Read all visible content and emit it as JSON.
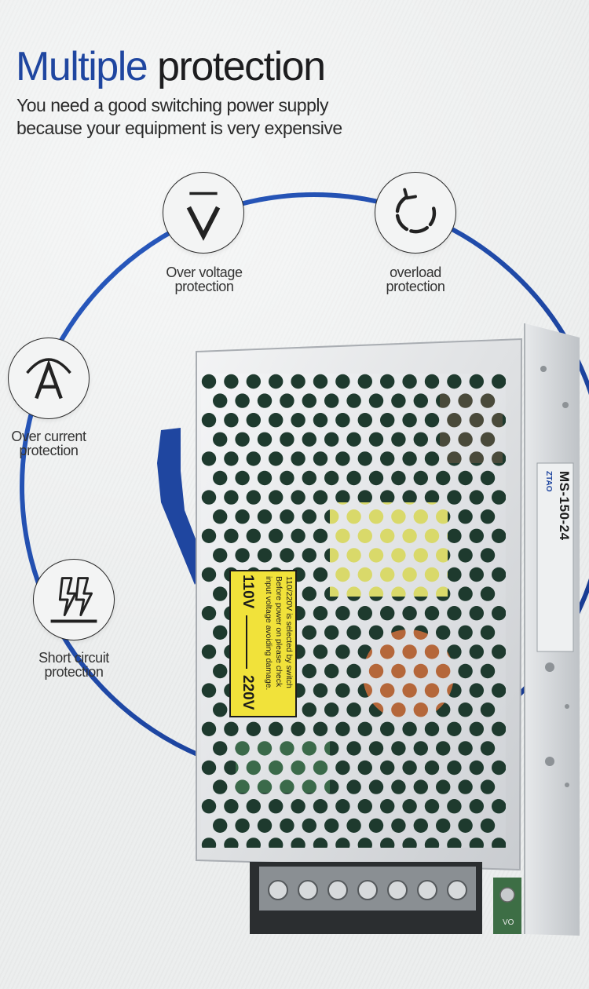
{
  "header": {
    "title_word1": "Multiple",
    "title_word2": "protection",
    "subtitle_line1": "You need a good switching power supply",
    "subtitle_line2": "because your equipment is very expensive"
  },
  "features": [
    {
      "icon": "over-voltage-icon",
      "line1": "Over voltage",
      "line2": "protection"
    },
    {
      "icon": "overload-icon",
      "line1": "overload",
      "line2": "protection"
    },
    {
      "icon": "over-current-icon",
      "line1": "Over current",
      "line2": "protection"
    },
    {
      "icon": "short-circuit-icon",
      "line1": "Short circuit",
      "line2": "protection"
    }
  ],
  "product": {
    "model": "MS-150-24",
    "brand": "ZTAO",
    "warning_line1": "110/220V  is selected by switch",
    "warning_line2": "Before power on please check",
    "warning_line3": "input voltage avoiding damage.",
    "switch_110": "110V",
    "switch_220": "220V",
    "terminal_vo": "VO"
  },
  "colors": {
    "accent_blue": "#1f46a0",
    "ring_blue": "#1f4aa8",
    "sticker_yellow": "#f1e23a"
  }
}
